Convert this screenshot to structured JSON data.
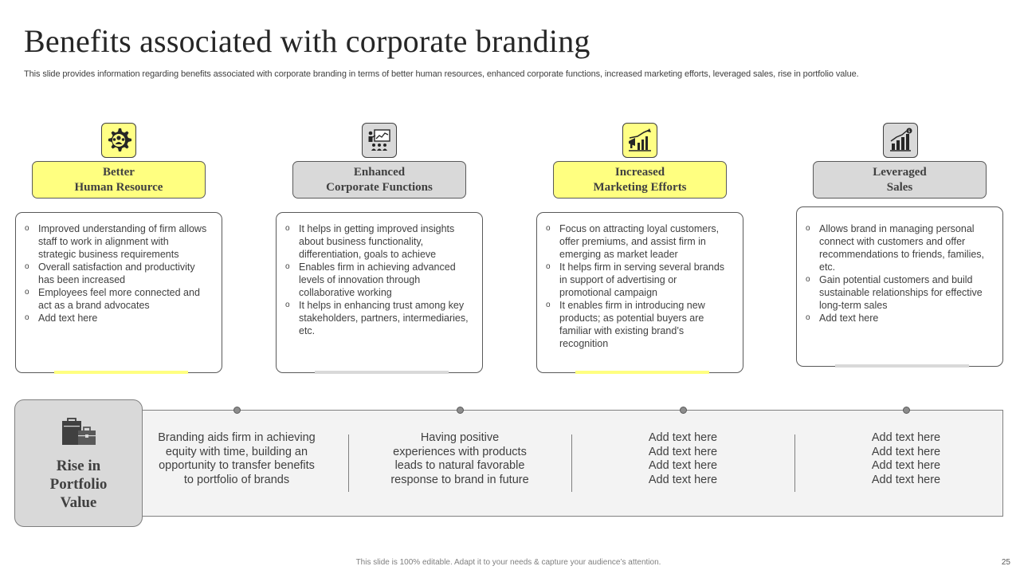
{
  "slide": {
    "title": "Benefits associated with corporate branding",
    "subtitle": "This slide provides information regarding benefits associated with corporate branding in terms of better human resources, enhanced corporate functions, increased marketing efforts, leveraged sales, rise in portfolio value.",
    "footer": "This slide is 100% editable. Adapt it to your needs & capture your audience’s attention.",
    "page_number": "25"
  },
  "colors": {
    "yellow": "#ffff80",
    "grey": "#d9d9d9",
    "text": "#404040"
  },
  "benefits": [
    {
      "icon": "team-gear-icon",
      "label": "Better\nHuman Resource",
      "bullets": [
        "Improved  understanding  of firm allows  staff to work  in alignment with strategic  business requirements",
        "Overall  satisfaction  and productivity has been increased",
        "Employees feel  more connected and act as a brand  advocates",
        "Add text here"
      ]
    },
    {
      "icon": "presentation-icon",
      "label": "Enhanced\nCorporate Functions",
      "bullets": [
        "It helps in getting improved  insights about  business functionality, differentiation,  goals to achieve",
        "Enables firm  in achieving  advanced levels of innovation  through collaborative  working",
        "It helps in enhancing trust among key stakeholders,  partners, intermediaries,  etc."
      ]
    },
    {
      "icon": "megaphone-chart-icon",
      "label": "Increased\nMarketing Efforts",
      "bullets": [
        "Focus on attracting loyal customers, offer  premiums,  and assist firm  in emerging  as market leader",
        "It helps firm  in serving  several brands in support  of advertising  or promotional  campaign",
        "It enables firm  in introducing new products;  as potential  buyers are familiar  with existing brand’s recognition"
      ]
    },
    {
      "icon": "sales-growth-icon",
      "label": "Leveraged\nSales",
      "bullets": [
        "Allows brand  in managing personal connect with customers and offer recommendations  to friends, families,  etc.",
        "Gain potential customers and build sustainable relationships  for effective  long-term  sales",
        "Add text here"
      ]
    }
  ],
  "portfolio": {
    "icon": "briefcase-icon",
    "label": "Rise in\nPortfolio\nValue",
    "columns": [
      "Branding aids firm in achieving\nequity with time, building an\nopportunity to transfer benefits\nto portfolio of brands",
      "Having positive\nexperiences with products\nleads to natural favorable\nresponse to brand in future",
      "Add text here\nAdd text here\nAdd text here\nAdd text here",
      "Add text here\nAdd text here\nAdd text here\nAdd text here"
    ]
  }
}
